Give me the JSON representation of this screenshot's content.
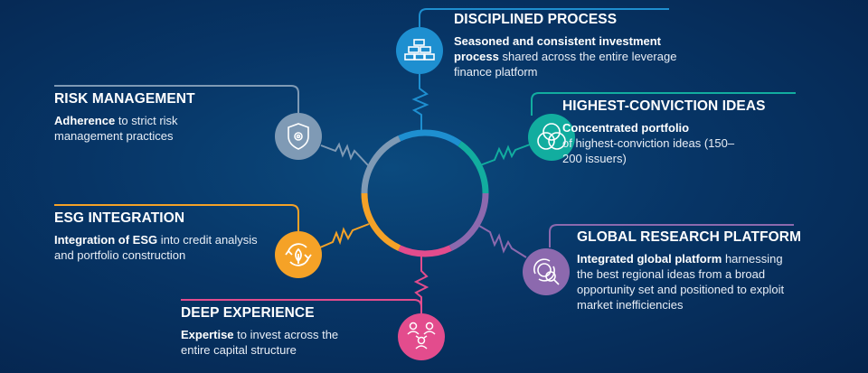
{
  "colors": {
    "disciplined": "#1e8fd0",
    "conviction": "#12ad9f",
    "research": "#8c69ae",
    "experience": "#e34c8d",
    "esg": "#f5a227",
    "risk": "#7f9ab5"
  },
  "items": {
    "disciplined": {
      "title": "DISCIPLINED PROCESS",
      "bold": "Seasoned and consistent investment process",
      "rest": " shared across the entire leverage finance platform",
      "icon": "building-blocks-icon"
    },
    "conviction": {
      "title": "HIGHEST-CONVICTION IDEAS",
      "bold": "Concentrated portfolio",
      "rest": " of highest-conviction ideas (150–200 issuers)",
      "icon": "venn-circles-icon"
    },
    "research": {
      "title": "GLOBAL RESEARCH PLATFORM",
      "bold": "Integrated global platform",
      "rest": " harnessing the best regional ideas from a broad opportunity set and positioned to exploit market inefficiencies",
      "icon": "globe-search-icon"
    },
    "experience": {
      "title": "DEEP EXPERIENCE",
      "bold": "Expertise",
      "rest": " to invest across the entire capital structure",
      "icon": "people-network-icon"
    },
    "esg": {
      "title": "ESG INTEGRATION",
      "bold": "Integration of ESG",
      "rest": " into credit analysis and portfolio construction",
      "icon": "leaf-cycle-icon"
    },
    "risk": {
      "title": "RISK MANAGEMENT",
      "bold": "Adherence",
      "rest": " to strict risk management practices",
      "icon": "shield-gear-icon"
    }
  }
}
